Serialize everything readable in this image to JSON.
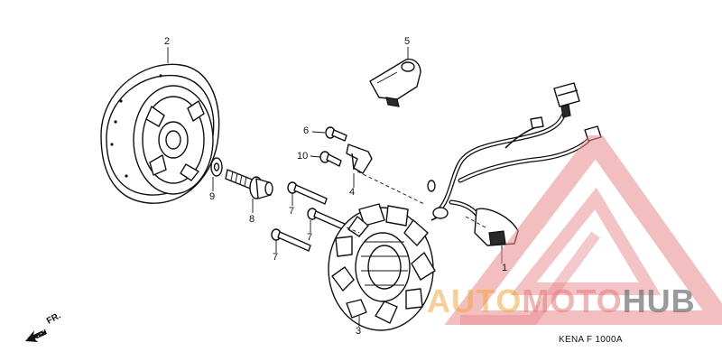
{
  "callouts": {
    "p1": "1",
    "p2": "2",
    "p3": "3",
    "p4": "4",
    "p5": "5",
    "p6": "6",
    "p7a": "7",
    "p7b": "7",
    "p7c": "7",
    "p8": "8",
    "p9": "9",
    "p10": "10"
  },
  "diagram_code": "KENA F 1000A",
  "direction_label": "FR.",
  "watermark": {
    "part_a": "AUTO",
    "part_b": "MOTO",
    "part_c": "HUB",
    "triangle_color": "#e8888c",
    "text_color_a": "#f0a53c",
    "text_color_b": "#e87878",
    "text_color_c": "#787878"
  }
}
